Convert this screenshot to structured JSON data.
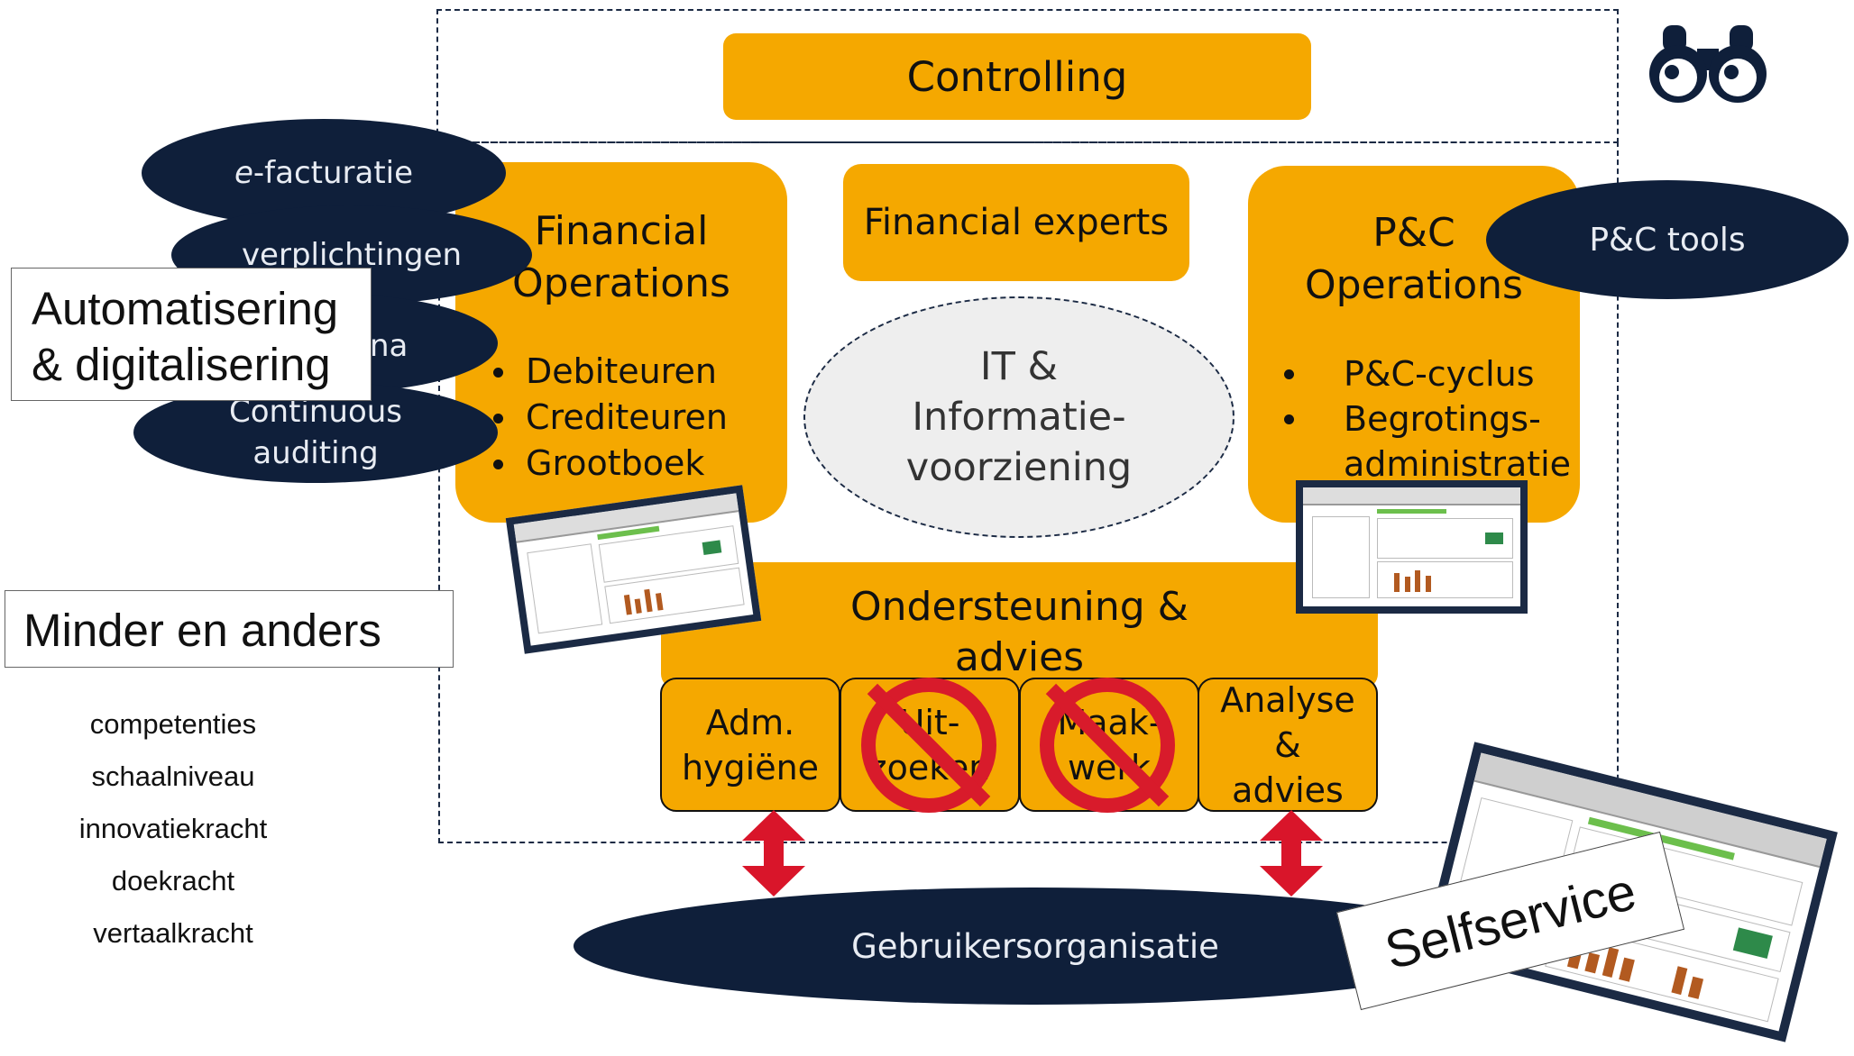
{
  "controlling": "Controlling",
  "financial_operations": {
    "title_line1": "Financial",
    "title_line2": "Operations",
    "items": [
      "Debiteuren",
      "Crediteuren",
      "Grootboek"
    ]
  },
  "financial_experts": "Financial experts",
  "pc_operations": {
    "title_line1": "P&C",
    "title_line2": "Operations",
    "items": [
      "P&C-cyclus",
      "Begrotings-",
      "administratie"
    ]
  },
  "pc_tools": "P&C tools",
  "it": {
    "line1": "IT &",
    "line2": "Informatie-",
    "line3": "voorziening"
  },
  "ondersteuning": {
    "line1": "Ondersteuning &",
    "line2": "advies"
  },
  "subboxes": [
    {
      "line1": "Adm.",
      "line2": "hygiëne"
    },
    {
      "line1": "Uit-",
      "line2": "zoeken"
    },
    {
      "line1": "Maak-",
      "line2": "werk"
    },
    {
      "line1": "Analyse",
      "line2": "&",
      "line3": "advies"
    }
  ],
  "automation_ovals": [
    "e-facturatie",
    "verplichtingen",
    "na",
    "Continuous",
    "auditing"
  ],
  "automation_prefix_italic": "e",
  "automation_suffix": "-facturatie",
  "automatisering": {
    "line1": "Automatisering",
    "line2": "& digitalisering"
  },
  "minder": "Minder en anders",
  "competencies": [
    "competenties",
    "schaalniveau",
    "innovatiekracht",
    "doekracht",
    "vertaalkracht"
  ],
  "gebruikers": "Gebruikersorganisatie",
  "selfservice": "Selfservice",
  "colors": {
    "orange": "#f5a800",
    "navy": "#0f1f3a",
    "red": "#d81b2b"
  },
  "icons": {
    "binoculars": "binoculars-icon",
    "no_sign": "prohibited-icon",
    "double_arrow": "double-arrow-icon"
  }
}
